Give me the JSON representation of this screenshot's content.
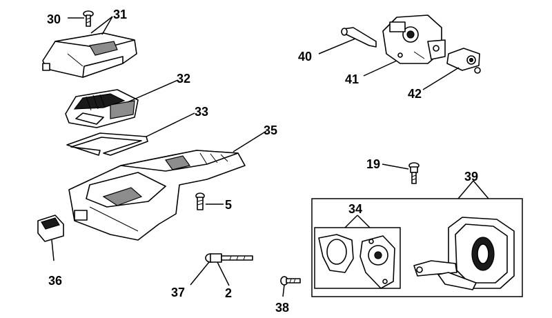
{
  "callouts": {
    "c30": "30",
    "c31": "31",
    "c32": "32",
    "c33": "33",
    "c35": "35",
    "c40": "40",
    "c41": "41",
    "c42": "42",
    "c19": "19",
    "c39": "39",
    "c34": "34",
    "c5": "5",
    "c36": "36",
    "c37": "37",
    "c2": "2",
    "c38": "38"
  }
}
